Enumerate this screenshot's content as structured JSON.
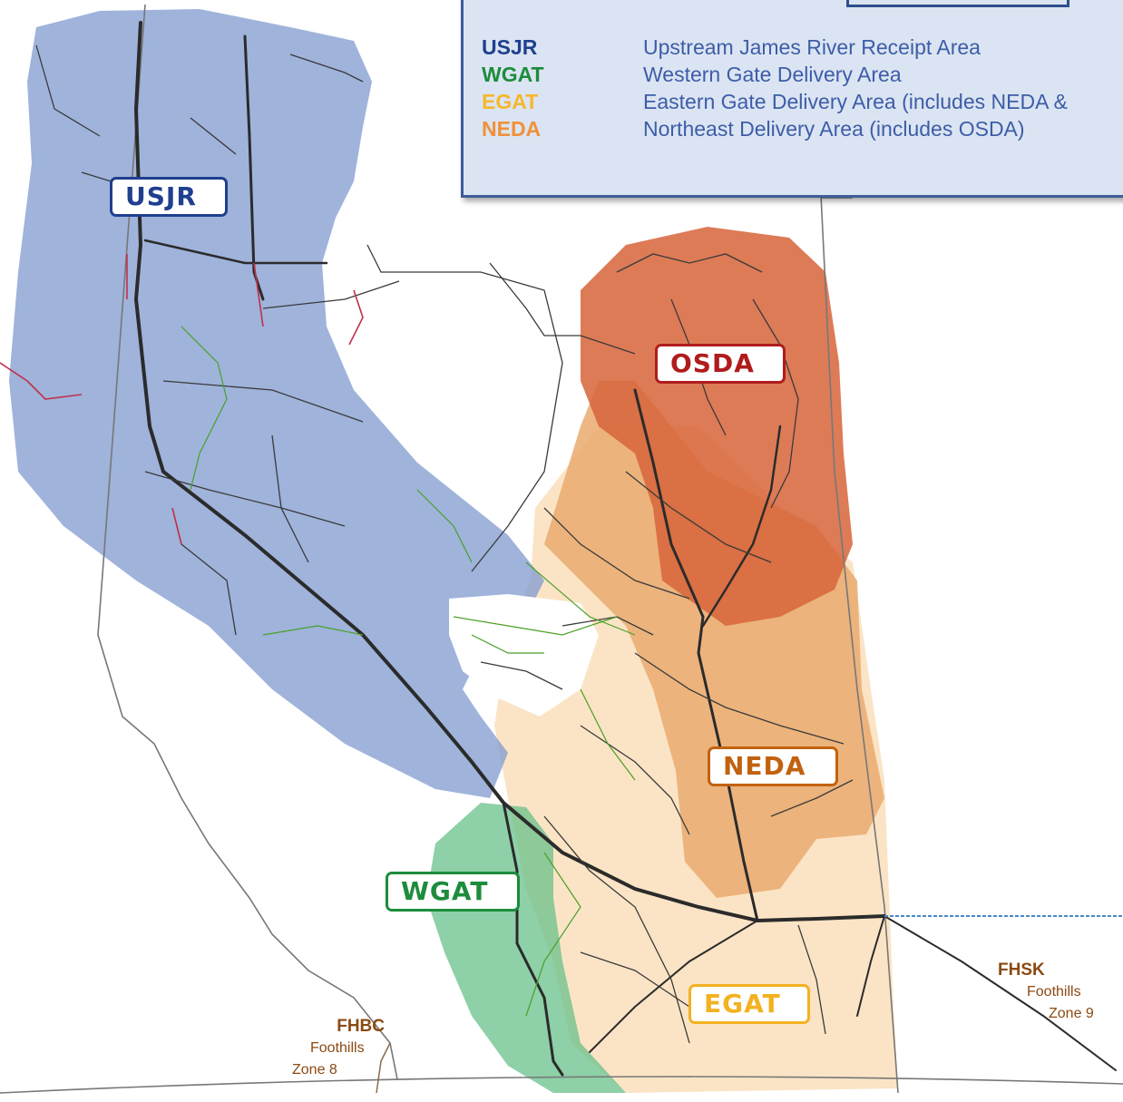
{
  "legend": {
    "rows": [
      {
        "code": "USJR",
        "description": "Upstream James River Receipt Area",
        "color": "#1f3f8f"
      },
      {
        "code": "WGAT",
        "description": "Western Gate Delivery Area",
        "color": "#1d8c3c"
      },
      {
        "code": "EGAT",
        "description": "Eastern Gate Delivery Area (includes NEDA &",
        "color": "#f5b72c"
      },
      {
        "code": "NEDA",
        "description": "Northeast Delivery Area (includes OSDA)",
        "color": "#f0903a"
      }
    ]
  },
  "map": {
    "zone_labels": {
      "usjr": "USJR",
      "osda": "OSDA",
      "neda": "NEDA",
      "wgat": "WGAT",
      "egat": "EGAT"
    },
    "external": {
      "fhbc": {
        "code": "FHBC",
        "line1": "Foothills",
        "line2": "Zone 8"
      },
      "fhsk": {
        "code": "FHSK",
        "line1": "Foothills",
        "line2": "Zone 9"
      }
    },
    "colors": {
      "usjr_area": "#7f99cf",
      "wgat_area": "#68c08a",
      "egat_area": "#fbe1bf",
      "neda_area": "#e9aa6e",
      "osda_area": "#d7643a",
      "mainline": "#2b2b2b",
      "border": "#777777"
    }
  }
}
